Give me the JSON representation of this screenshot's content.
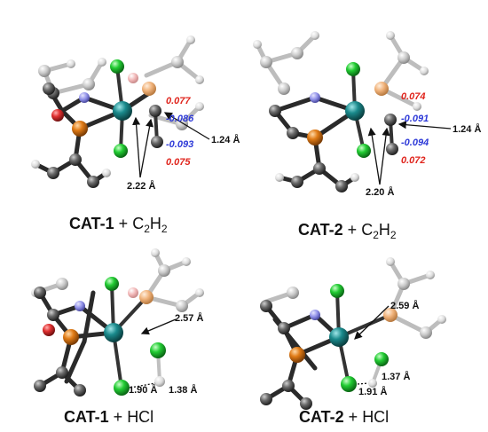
{
  "panels": [
    {
      "id": "cat1-c2h2",
      "caption": {
        "name": "CAT-1",
        "plus": " + ",
        "formula_main": "C",
        "formula_sub1": "2",
        "formula_mid": "H",
        "formula_sub2": "2"
      },
      "distances": [
        "1.24 Å",
        "2.22 Å"
      ],
      "charges": [
        {
          "value": "0.077",
          "color": "#e0251d"
        },
        {
          "value": "-0.086",
          "color": "#2e3ad8"
        },
        {
          "value": "-0.093",
          "color": "#2e3ad8"
        },
        {
          "value": "0.075",
          "color": "#e0251d"
        }
      ]
    },
    {
      "id": "cat2-c2h2",
      "caption": {
        "name": "CAT-2",
        "plus": " + ",
        "formula_main": "C",
        "formula_sub1": "2",
        "formula_mid": "H",
        "formula_sub2": "2"
      },
      "distances": [
        "1.24 Å",
        "2.20 Å"
      ],
      "charges": [
        {
          "value": "0.074",
          "color": "#e0251d"
        },
        {
          "value": "-0.091",
          "color": "#2e3ad8"
        },
        {
          "value": "-0.094",
          "color": "#2e3ad8"
        },
        {
          "value": "0.072",
          "color": "#e0251d"
        }
      ]
    },
    {
      "id": "cat1-hcl",
      "caption": {
        "name": "CAT-1",
        "plus": " + ",
        "formula": "HCl"
      },
      "distances": [
        "2.57 Å",
        "1.90 Å",
        "1.38 Å"
      ]
    },
    {
      "id": "cat2-hcl",
      "caption": {
        "name": "CAT-2",
        "plus": " + ",
        "formula": "HCl"
      },
      "distances": [
        "2.59 Å",
        "1.37 Å",
        "1.91 Å"
      ]
    }
  ],
  "atom_colors": {
    "metal": "#1a8a8c",
    "chlorine": "#22cc33",
    "phosphorus": "#e07b16",
    "oxygen": "#e03030",
    "nitrogen": "#7070e0",
    "carbon": "#6b6b6b",
    "hydrogen": "#d8d8d8"
  }
}
